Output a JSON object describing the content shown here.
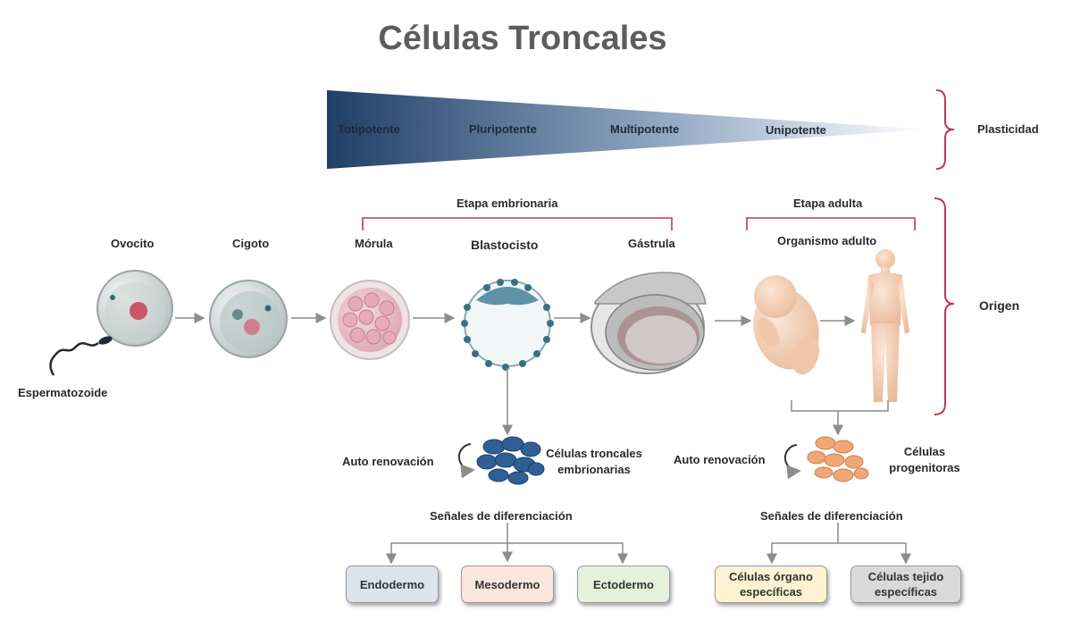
{
  "title": "Células Troncales",
  "plasticity": {
    "levels": [
      "Totipotente",
      "Pluripotente",
      "Multipotente",
      "Unipotente"
    ],
    "bracket_label": "Plasticidad"
  },
  "origin_label": "Origen",
  "stages": {
    "embryonic_label": "Etapa embrionaria",
    "adult_label": "Etapa adulta",
    "ovocito": "Ovocito",
    "cigoto": "Cigoto",
    "morula": "Mórula",
    "blastocisto": "Blastocisto",
    "gastrula": "Gástrula",
    "organismo": "Organismo adulto",
    "espermatozoide": "Espermatozoide"
  },
  "embryonic_branch": {
    "self_renewal": "Auto renovación",
    "cells": "Células troncales embrionarias",
    "signals": "Señales de diferenciación",
    "boxes": [
      {
        "label": "Endodermo",
        "color": "#dde3ea"
      },
      {
        "label": "Mesodermo",
        "color": "#fbe6dd"
      },
      {
        "label": "Ectodermo",
        "color": "#e6f1dc"
      }
    ]
  },
  "adult_branch": {
    "self_renewal": "Auto renovación",
    "cells": "Células progenitoras",
    "signals": "Señales de diferenciación",
    "boxes": [
      {
        "label": "Células órgano específicas",
        "color": "#fdf3d2"
      },
      {
        "label": "Células tejido específicas",
        "color": "#d9d9d9"
      }
    ]
  },
  "colors": {
    "gradient_dark": "#1f3f66",
    "bracket": "#c0394f",
    "arrow": "#8c8c8c"
  }
}
